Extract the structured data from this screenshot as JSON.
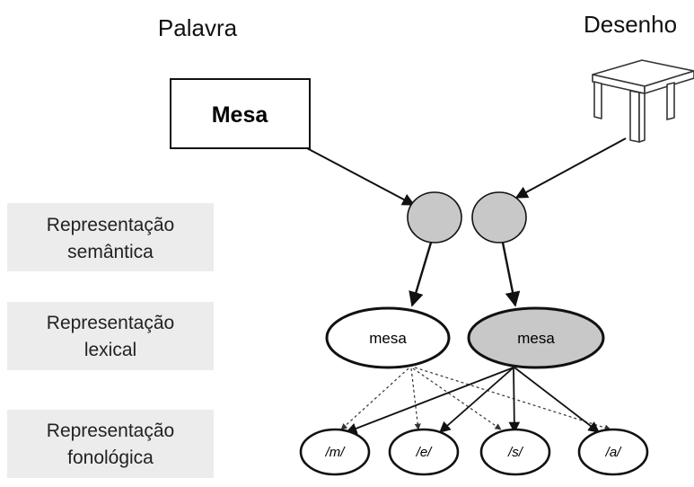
{
  "columns": {
    "word_title": "Palavra",
    "drawing_title": "Desenho"
  },
  "word_box": {
    "label": "Mesa"
  },
  "levels": [
    {
      "line1": "Representação",
      "line2": "semântica"
    },
    {
      "line1": "Representação",
      "line2": "lexical"
    },
    {
      "line1": "Representação",
      "line2": "fonológica"
    }
  ],
  "lexical": [
    {
      "label": "mesa",
      "shaded": false
    },
    {
      "label": "mesa",
      "shaded": true
    }
  ],
  "phonemes": [
    "/m/",
    "/e/",
    "/s/",
    "/a/"
  ],
  "colors": {
    "node_fill": "#c8c8c8",
    "panel_fill": "#ececec",
    "line": "#111111"
  },
  "icons": {
    "drawing": "table-drawing-icon"
  }
}
